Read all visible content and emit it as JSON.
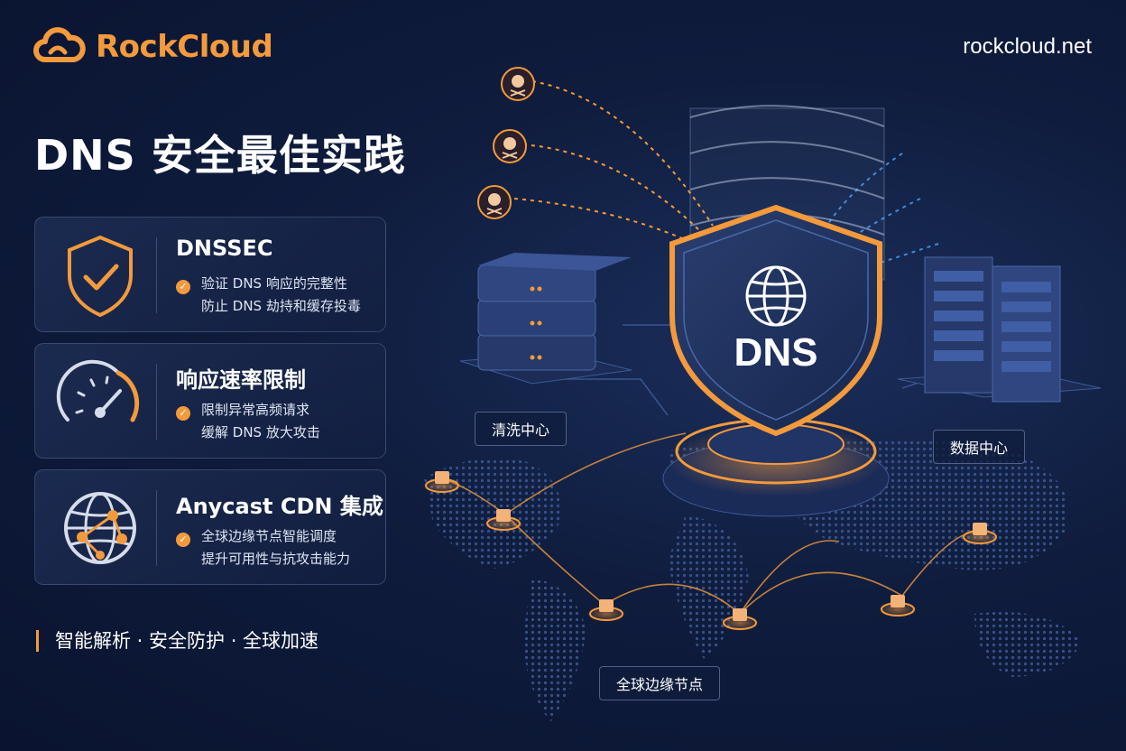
{
  "brand": {
    "name": "RockCloud",
    "site": "rockcloud.net"
  },
  "title": "DNS 安全最佳实践",
  "cards": [
    {
      "title": "DNSSEC",
      "line1": "验证 DNS 响应的完整性",
      "line2": "防止 DNS 劫持和缓存投毒",
      "icon": "shield-check-icon"
    },
    {
      "title": "响应速率限制",
      "line1": "限制异常高频请求",
      "line2": "缓解 DNS 放大攻击",
      "icon": "speedometer-icon"
    },
    {
      "title": "Anycast CDN 集成",
      "line1": "全球边缘节点智能调度",
      "line2": "提升可用性与抗攻击能力",
      "icon": "globe-network-icon"
    }
  ],
  "tagline": "智能解析 · 安全防护 · 全球加速",
  "scene": {
    "shield_text": "DNS",
    "scrubbing_center": "清洗中心",
    "data_center": "数据中心",
    "edge_nodes": "全球边缘节点"
  },
  "colors": {
    "accent": "#f39a3d",
    "background": "#0f1c3d",
    "blue": "#4aa3ff"
  }
}
